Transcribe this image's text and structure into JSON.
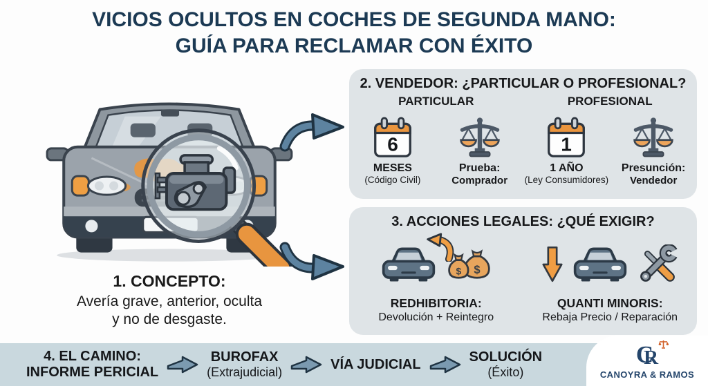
{
  "title": {
    "line1": "VICIOS OCULTOS EN COCHES DE SEGUNDA MANO:",
    "line2": "GUÍA PARA RECLAMAR CON ÉXITO"
  },
  "concept": {
    "heading": "1. CONCEPTO:",
    "line1": "Avería grave, anterior, oculta",
    "line2": "y no de desgaste."
  },
  "vendor": {
    "heading": "2. VENDEDOR: ¿PARTICULAR O PROFESIONAL?",
    "columns": {
      "particular": "PARTICULAR",
      "profesional": "PROFESIONAL"
    },
    "items": [
      {
        "icon": "calendar-icon",
        "num": "6",
        "label": "MESES",
        "sublabel": "(Código Civil)"
      },
      {
        "icon": "scales-icon",
        "label": "Prueba:",
        "sublabel": "Comprador"
      },
      {
        "icon": "calendar-icon",
        "num": "1",
        "label": "1 AÑO",
        "sublabel": "(Ley Consumidores)"
      },
      {
        "icon": "scales-icon",
        "label": "Presunción:",
        "sublabel": "Vendedor"
      }
    ]
  },
  "actions": {
    "heading": "3. ACCIONES LEGALES: ¿QUÉ EXIGIR?",
    "items": [
      {
        "icons": [
          "car-icon",
          "return-arrow-icon",
          "money-bags-icon"
        ],
        "money_symbol": "$",
        "label": "REDHIBITORIA:",
        "sublabel": "Devolución + Reintegro"
      },
      {
        "icons": [
          "price-down-arrow-icon",
          "car-icon",
          "repair-tools-icon"
        ],
        "label": "QUANTI MINORIS:",
        "sublabel": "Rebaja Precio / Reparación"
      }
    ]
  },
  "path": {
    "steps": [
      {
        "line1": "4. EL CAMINO:",
        "line2": "INFORME PERICIAL"
      },
      {
        "line1": "BUROFAX",
        "line2": "(Extrajudicial)"
      },
      {
        "line1": "VÍA JUDICIAL",
        "line2": ""
      },
      {
        "line1": "SOLUCIÓN",
        "line2": "(Éxito)"
      }
    ]
  },
  "logo": {
    "monogram_c": "C",
    "monogram_r": "R",
    "name": "CANOYRA & RAMOS"
  },
  "colors": {
    "navy": "#1c3a54",
    "orange": "#ea953e",
    "steel_arrow": "#5d83a0",
    "panel_bg": "#dfe4e7",
    "bar_bg": "#c9d8de",
    "text_dark": "#17181a"
  }
}
